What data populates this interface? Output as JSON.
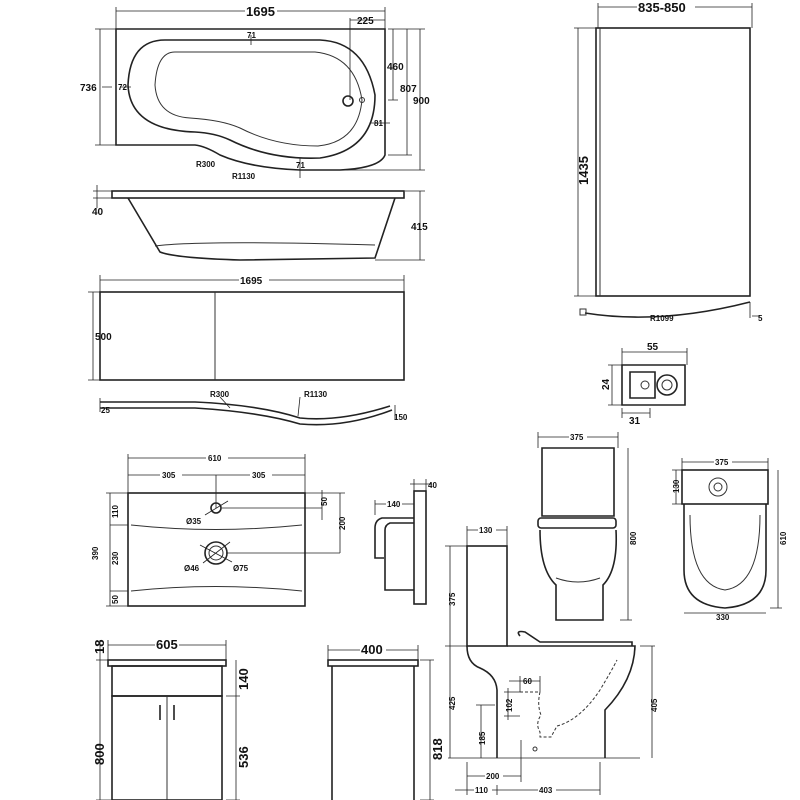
{
  "bath_plan": {
    "length": "1695",
    "waste_offset": "225",
    "rim_top": "71",
    "width_end": "736",
    "rim_end": "72",
    "waste_depth": "460",
    "inner_width": "807",
    "width_max": "900",
    "rim_side": "81",
    "radius_small": "R300",
    "radius_large": "R1130",
    "rim_bottom": "71"
  },
  "bath_elevation": {
    "rim_height": "40",
    "depth": "415"
  },
  "bath_panel": {
    "length": "1695",
    "height": "500"
  },
  "panel_plan": {
    "radius_small": "R300",
    "radius_large": "R1130",
    "end_left": "25",
    "end_right": "150"
  },
  "shower_screen": {
    "width": "835-850",
    "height": "1435",
    "radius": "R1099",
    "offset": "5"
  },
  "screen_profile": {
    "width": "55",
    "height": "24",
    "base": "31"
  },
  "basin_plan": {
    "width": "610",
    "half_left": "305",
    "half_right": "305",
    "tap_to_top": "50",
    "waste_to_top": "200",
    "top_to_tap": "110",
    "depth": "390",
    "middle": "230",
    "bottom": "50",
    "tap_hole": "Ø35",
    "waste_inner": "Ø46",
    "waste_outer": "Ø75"
  },
  "basin_side": {
    "projection": "140",
    "thickness": "40"
  },
  "toilet_front": {
    "width": "375",
    "height": "800"
  },
  "toilet_plan": {
    "width": "375",
    "cistern": "130",
    "depth": "610",
    "bowl_width": "330"
  },
  "toilet_side": {
    "cistern_depth": "130",
    "cistern_height": "375",
    "pan_height": "425",
    "waste_height": "185",
    "waste_size": "102",
    "waste_width": "60",
    "bowl_height": "405",
    "wall_to_waste": "200",
    "wall_gap": "110",
    "pan_depth": "403"
  },
  "vanity_front": {
    "width": "605",
    "top": "18",
    "drawer": "140",
    "height": "800",
    "door": "536"
  },
  "vanity_side": {
    "depth": "400",
    "height": "818"
  }
}
